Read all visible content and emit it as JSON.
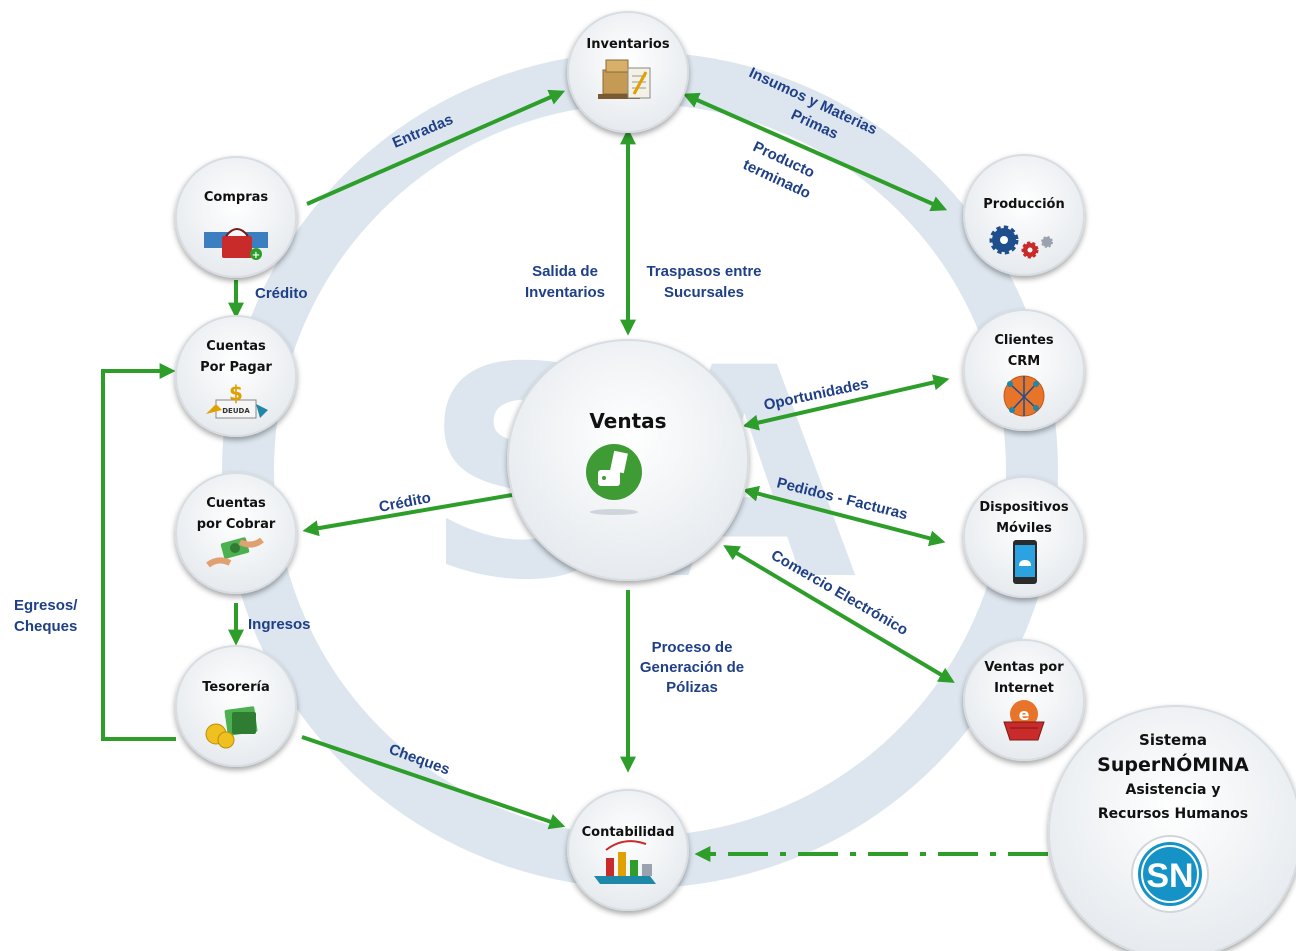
{
  "nodes": {
    "inventarios": {
      "title": "Inventarios",
      "icon": "boxes-clipboard-icon"
    },
    "compras": {
      "title": "Compras",
      "icon": "shopping-baskets-icon"
    },
    "produccion": {
      "title": "Producción",
      "icon": "gears-icon"
    },
    "cuentas_pagar": {
      "line1": "Cuentas",
      "line2": "Por Pagar",
      "icon": "debt-invoice-icon",
      "badge": "DEUDA"
    },
    "ventas": {
      "title": "Ventas",
      "icon": "hand-money-icon"
    },
    "clientes": {
      "line1": "Clientes",
      "line2": "CRM",
      "icon": "network-globe-icon"
    },
    "cuentas_cobrar": {
      "line1": "Cuentas",
      "line2": "por  Cobrar",
      "icon": "hands-money-exchange-icon"
    },
    "dispositivos": {
      "line1": "Dispositivos",
      "line2": "Móviles",
      "icon": "mobile-phone-icon"
    },
    "tesoreria": {
      "title": "Tesorería",
      "icon": "wallet-coins-icon"
    },
    "ventas_internet": {
      "line1": "Ventas por",
      "line2": "Internet",
      "icon": "internet-cart-icon"
    },
    "contabilidad": {
      "title": "Contabilidad",
      "icon": "accounting-chart-icon"
    },
    "supernomina": {
      "line1": "Sistema",
      "line2": "SuperNÓMINA",
      "line3": "Asistencia y",
      "line4": "Recursos Humanos",
      "logo": "SN"
    }
  },
  "edges": {
    "entradas": "Entradas",
    "insumos_1": "Insumos y Materias",
    "insumos_2": "Primas",
    "producto_1": "Producto",
    "producto_2": "terminado",
    "credito_compras": "Crédito",
    "salida_1": "Salida de",
    "salida_2": "Inventarios",
    "traspasos_1": "Traspasos entre",
    "traspasos_2": "Sucursales",
    "oportunidades": "Oportunidades",
    "credito_ventas": "Crédito",
    "pedidos": "Pedidos - Facturas",
    "comercio": "Comercio Electrónico",
    "egresos_1": "Egresos/",
    "egresos_2": "Cheques",
    "ingresos": "Ingresos",
    "proceso_1": "Proceso de",
    "proceso_2": "Generación de",
    "proceso_3": "Pólizas",
    "cheques": "Cheques"
  },
  "watermark": "SA",
  "colors": {
    "arrow": "#2e9e2a",
    "label": "#1f3f86",
    "watermark": "#dde6ef",
    "node_fill": "#f2f4f6",
    "sn_logo": "#1592c6"
  }
}
